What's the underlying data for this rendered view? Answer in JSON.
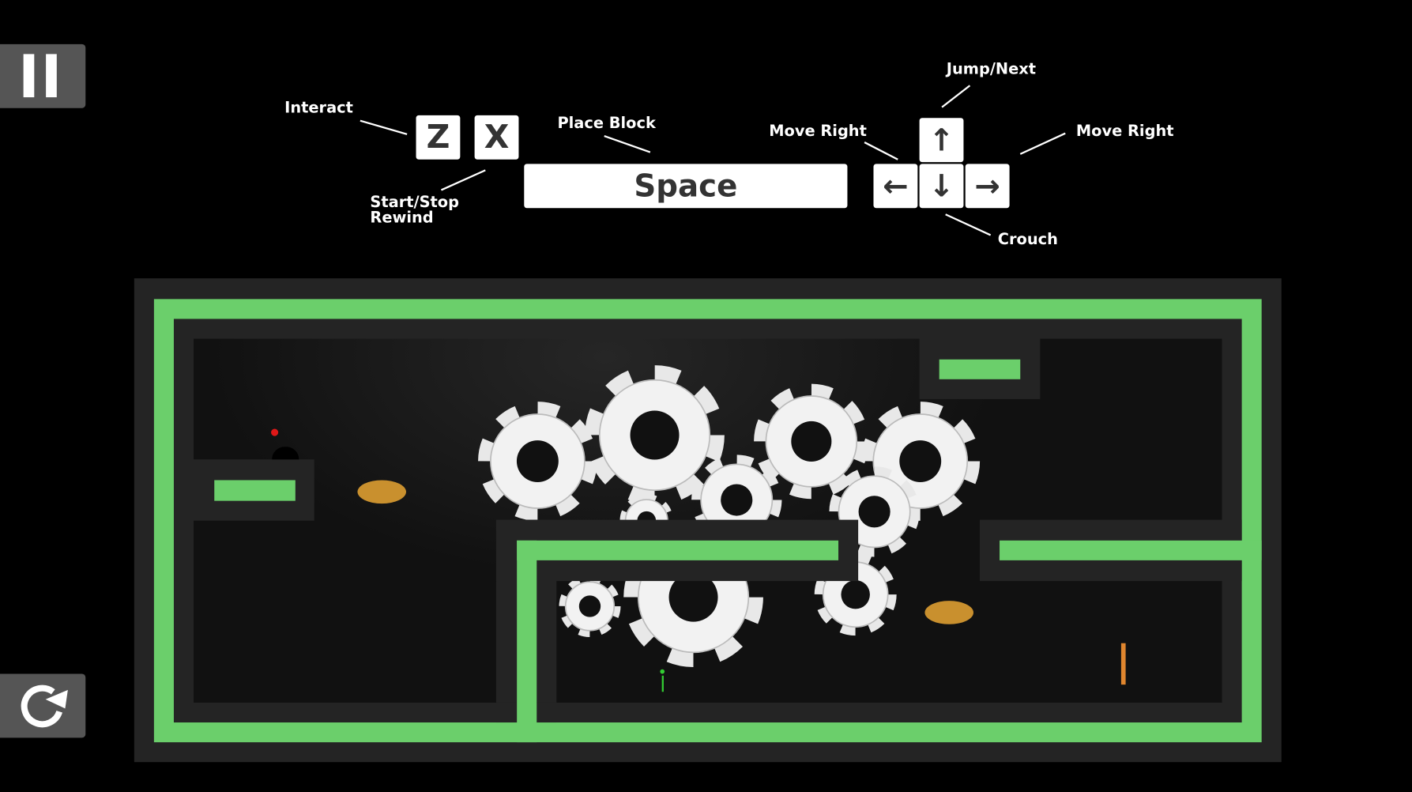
{
  "hud": {
    "pause_icon": "pause-icon",
    "restart_icon": "restart-icon"
  },
  "controls": {
    "interact_label": "Interact",
    "rewind_label_1": "Start/Stop",
    "rewind_label_2": "Rewind",
    "place_block_label": "Place Block",
    "jump_label": "Jump/Next",
    "move_left_label": "Move Right",
    "move_right_label": "Move Right",
    "crouch_label": "Crouch",
    "key_z": "Z",
    "key_x": "X",
    "key_space": "Space",
    "key_up": "↑",
    "key_down": "↓",
    "key_left": "←",
    "key_right": "→"
  },
  "colors": {
    "green": "#6bcf6b",
    "wall": "#242424",
    "floor": "#111111"
  }
}
